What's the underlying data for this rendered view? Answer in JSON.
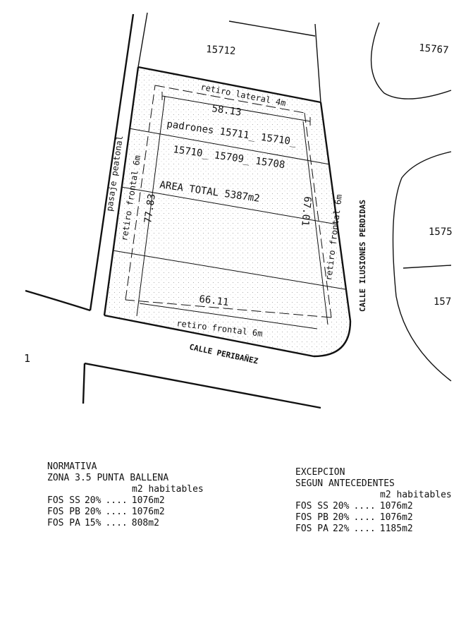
{
  "lots": {
    "north": "15712",
    "northeast": "15767",
    "east_upper": "1575",
    "east_lower": "157"
  },
  "streets": {
    "west": "pasaje peatonal",
    "east": "CALLE ILUSIONES PERDIDAS",
    "south": "CALLE PERIBAÑEZ"
  },
  "setbacks": {
    "lateral": "retiro lateral 4m",
    "front_west": "retiro frontal 6m",
    "front_east": "retiro frontal 6m",
    "front_south": "retiro frontal 6m"
  },
  "dimensions": {
    "top": "58.13",
    "bottom": "66.11",
    "left": "77.83",
    "right": "67.01"
  },
  "parcel": {
    "padrones_line1": "padrones 15711_ 15710_",
    "padrones_line2": "15710_ 15709_ 15708",
    "area": "AREA TOTAL 5387m2"
  },
  "sheet_mark": "1",
  "normativa": {
    "heading": "NORMATIVA",
    "zone": "ZONA 3.5 PUNTA BALLENA",
    "habitables_label": "m2 habitables",
    "rows": [
      {
        "label": "FOS SS",
        "pct": "20%",
        "dots": "....",
        "value": "1076m2"
      },
      {
        "label": "FOS PB",
        "pct": "20%",
        "dots": "....",
        "value": "1076m2"
      },
      {
        "label": "FOS PA",
        "pct": "15%",
        "dots": "....",
        "value": "808m2"
      }
    ]
  },
  "excepcion": {
    "heading": "EXCEPCION",
    "subheading": "SEGUN ANTECEDENTES",
    "habitables_label": "m2 habitables",
    "rows": [
      {
        "label": "FOS SS",
        "pct": "20%",
        "dots": "....",
        "value": "1076m2"
      },
      {
        "label": "FOS PB",
        "pct": "20%",
        "dots": "....",
        "value": "1076m2"
      },
      {
        "label": "FOS PA",
        "pct": "22%",
        "dots": "....",
        "value": "1185m2"
      }
    ]
  }
}
